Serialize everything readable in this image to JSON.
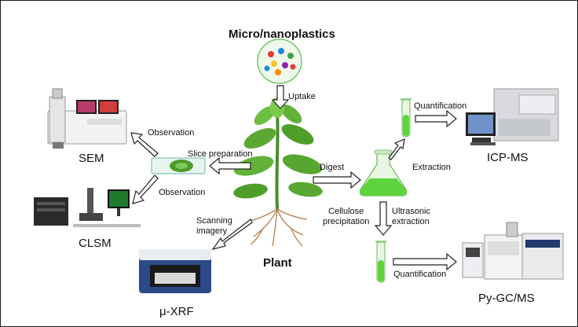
{
  "diagram": {
    "source_label": "Micro/nanoplastics",
    "center_label": "Plant",
    "edges": {
      "uptake": "Uptake",
      "slice_preparation": "Slice preparation",
      "observation_sem": "Observation",
      "observation_clsm": "Observation",
      "scanning_imagery": "Scanning\nimagery",
      "digest": "Digest",
      "extraction": "Extraction",
      "quantification_icp": "Quantification",
      "cellulose_precipitation": "Cellulose\nprecipitation",
      "ultrasonic_extraction": "Ultrasonic\nextraction",
      "quantification_py": "Quantification"
    },
    "instruments": {
      "sem": "SEM",
      "clsm": "CLSM",
      "xrf": "μ-XRF",
      "icp": "ICP-MS",
      "pygc": "Py-GC/MS"
    },
    "particle_colors": [
      "#e53935",
      "#1e88e5",
      "#fbc02d",
      "#43a047",
      "#8e24aa",
      "#fb8c00"
    ],
    "solution_color": "#5fd33b"
  }
}
